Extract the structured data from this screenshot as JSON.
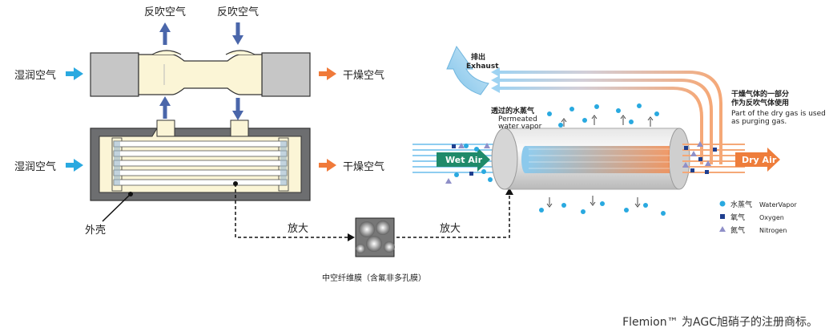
{
  "left": {
    "backflush_air_left": "反吹空气",
    "backflush_air_right": "反吹空气",
    "wet_air_top": "湿润空气",
    "dry_air_top": "干燥空气",
    "wet_air_bottom": "湿润空气",
    "dry_air_bottom": "干燥空气",
    "shell_label": "外壳",
    "magnify_left": "放大",
    "magnify_right": "放大",
    "membrane_caption": "中空纤维膜（含氟非多孔膜）"
  },
  "right": {
    "exhaust_cn": "排出",
    "exhaust_en": "Exhaust",
    "permeated_cn": "透过的水蒸气",
    "permeated_en_1": "Permeated",
    "permeated_en_2": "water vapor",
    "purge_cn_1": "干燥气体的一部分",
    "purge_cn_2": "作为反吹气体使用",
    "purge_en_1": "Part of the dry gas is used",
    "purge_en_2": "as purging gas.",
    "wet_air": "Wet Air",
    "dry_air": "Dry Air",
    "legend": [
      {
        "cn": "水蒸气",
        "en": "WaterVapor",
        "icon": "circle",
        "color": "#29a9e0"
      },
      {
        "cn": "氧气",
        "en": "Oxygen",
        "icon": "square",
        "color": "#1f3f8f"
      },
      {
        "cn": "氮气",
        "en": "Nitrogen",
        "icon": "triangle",
        "color": "#8f8fc8"
      }
    ]
  },
  "colors": {
    "blue_arrow": "#29a9e0",
    "orange_arrow": "#f07a3a",
    "wet_green": "#1f8a6a",
    "dry_orange": "#ee7d3b",
    "fiber_cream": "#fbf5d6",
    "shell_gray": "#6d6e70"
  },
  "footer": "Flemion™ 为AGC旭硝子的注册商标。"
}
